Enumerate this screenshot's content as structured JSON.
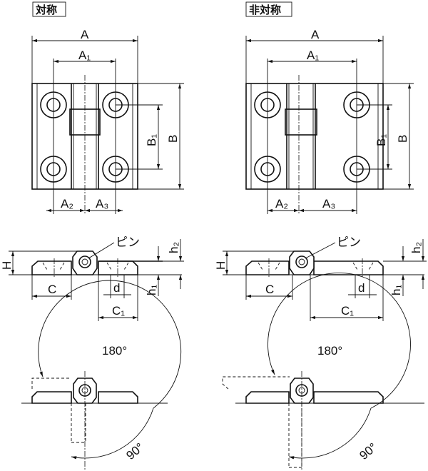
{
  "left": {
    "title": "対称",
    "A": "A",
    "A1": "A₁",
    "A2": "A₂",
    "A3": "A₃",
    "B": "B",
    "B1": "B₁",
    "H": "H",
    "h1": "h₁",
    "h2": "h₂",
    "C": "C",
    "C1": "C₁",
    "d": "d",
    "pin": "ピン",
    "angle180": "180°",
    "angle90": "90°"
  },
  "right": {
    "title": "非対称",
    "A": "A",
    "A1": "A₁",
    "A2": "A₂",
    "A3": "A₃",
    "B": "B",
    "B1": "B₁",
    "H": "H",
    "h1": "h₁",
    "h2": "h₂",
    "C": "C",
    "C1": "C₁",
    "d": "d",
    "pin": "ピン",
    "angle180": "180°",
    "angle90": "90°"
  }
}
